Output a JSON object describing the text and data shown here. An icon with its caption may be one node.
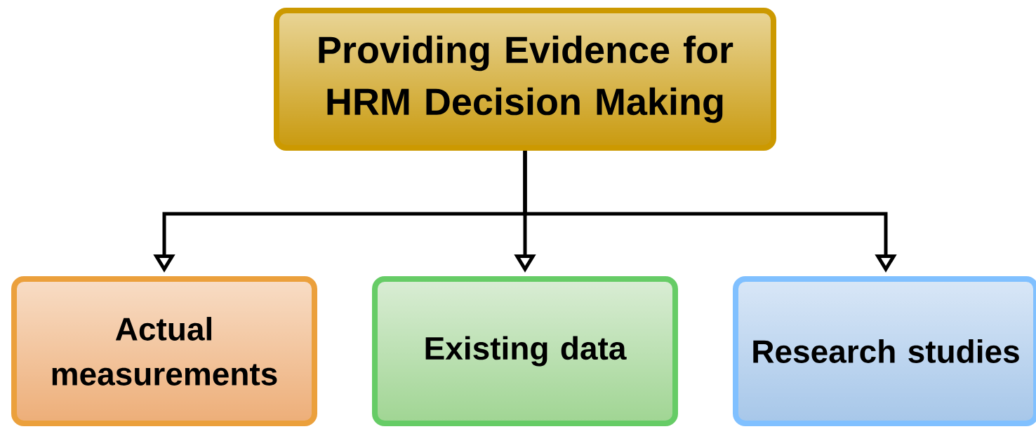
{
  "diagram": {
    "nodes": [
      {
        "text": [
          "Providing Evidence for HRM Decision Making"
        ]
      },
      {
        "text": [
          "Actual measurements"
        ]
      },
      {
        "text": [
          "Existing data"
        ]
      },
      {
        "text": [
          "Research studies"
        ]
      }
    ],
    "edges": [
      {
        "from": 0,
        "to": 1,
        "arrow": "to"
      },
      {
        "from": 0,
        "to": 2,
        "arrow": "to"
      },
      {
        "from": 0,
        "to": 3,
        "arrow": "to"
      }
    ]
  }
}
